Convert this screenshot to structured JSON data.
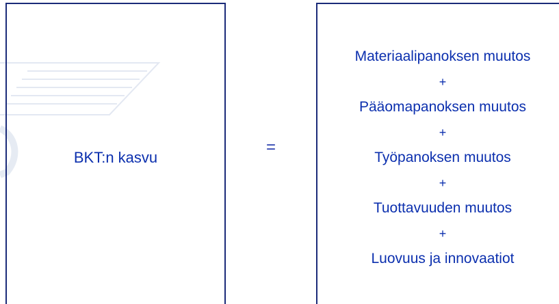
{
  "left_box": {
    "label": "BKT:n kasvu"
  },
  "operator": "=",
  "right_box": {
    "items": [
      "Materiaalipanoksen muutos",
      "Pääomapanoksen muutos",
      "Työpanoksen muutos",
      "Tuottavuuden muutos",
      "Luovuus ja innovaatiot"
    ],
    "separator": "+"
  },
  "colors": {
    "text": "#0b2fae",
    "border": "#1a2a78",
    "watermark": "#dfe6f2"
  }
}
